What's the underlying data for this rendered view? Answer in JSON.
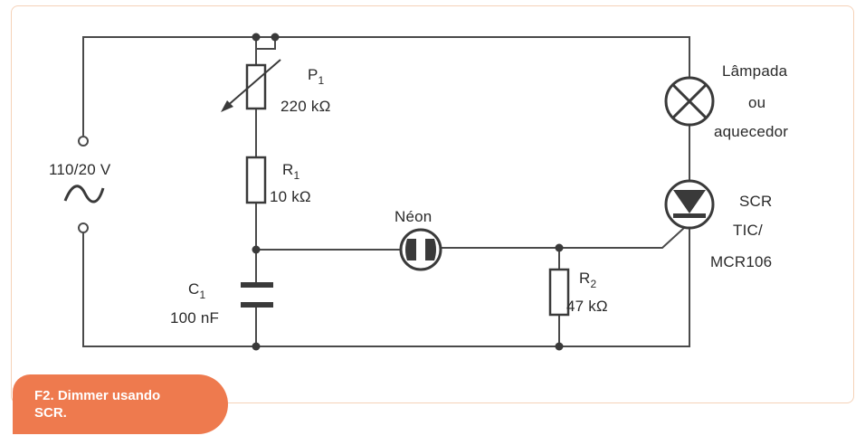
{
  "caption": {
    "line1": "F2. Dimmer usando",
    "line2": "SCR."
  },
  "source": {
    "voltage": "110/20 V",
    "symbol": "~"
  },
  "p1": {
    "name": "P",
    "sub": "1",
    "value": "220 kΩ"
  },
  "r1": {
    "name": "R",
    "sub": "1",
    "value": "10 kΩ"
  },
  "c1": {
    "name": "C",
    "sub": "1",
    "value": "100 nF"
  },
  "neon": {
    "name": "Néon"
  },
  "r2": {
    "name": "R",
    "sub": "2",
    "value": "47 kΩ"
  },
  "lamp": {
    "line1": "Lâmpada",
    "line2": "ou",
    "line3": "aquecedor"
  },
  "scr": {
    "line1": "SCR",
    "line2": "TIC/",
    "line3": "MCR106"
  },
  "colors": {
    "wire": "#4a4a4a",
    "badge": "#ee7a4e",
    "border": "#f5d2b8"
  }
}
